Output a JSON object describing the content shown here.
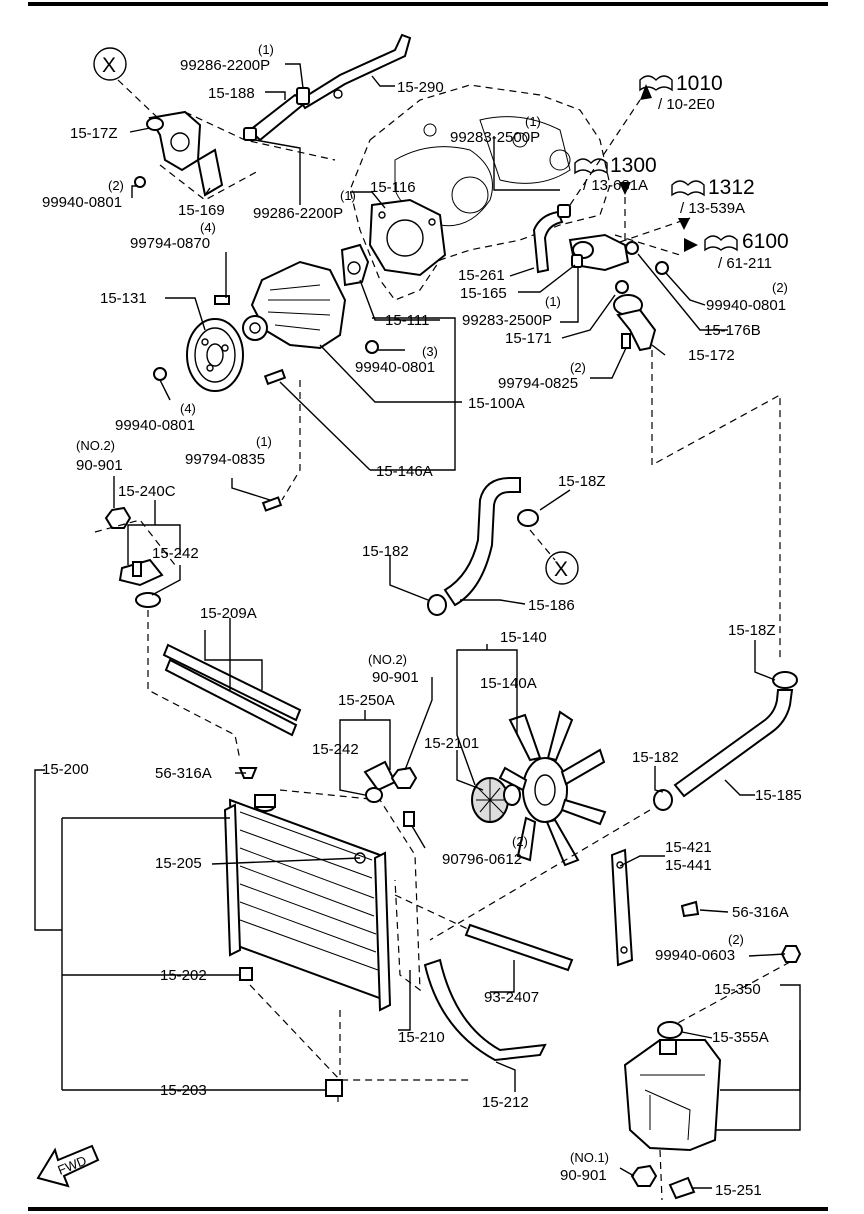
{
  "labels": {
    "l_99286_2200p_top_qty": "(1)",
    "l_99286_2200p_top": "99286-2200P",
    "l_15_290": "15-290",
    "l_15_188": "15-188",
    "l_15_17z": "15-17Z",
    "l_99940_0801_a_qty": "(2)",
    "l_99940_0801_a": "99940-0801",
    "l_15_169": "15-169",
    "l_99286_2200p_b_qty": "(1)",
    "l_99286_2200p_b": "99286-2200P",
    "l_99283_2500p_a_qty": "(1)",
    "l_99283_2500p_a": "99283-2500P",
    "l_1010": "1010",
    "l_1010_ref": "/ 10-2E0",
    "l_1300": "1300",
    "l_1300_ref": "/ 13-681A",
    "l_1312": "1312",
    "l_1312_ref": "/ 13-539A",
    "l_6100": "6100",
    "l_6100_ref": "/ 61-211",
    "l_15_116": "15-116",
    "l_99794_0870_qty": "(4)",
    "l_99794_0870": "99794-0870",
    "l_15_261": "15-261",
    "l_15_165": "15-165",
    "l_99940_0801_b_qty": "(2)",
    "l_99940_0801_b": "99940-0801",
    "l_15_131": "15-131",
    "l_15_111": "15-111",
    "l_99283_2500p_b_qty": "(1)",
    "l_99283_2500p_b": "99283-2500P",
    "l_15_176b": "15-176B",
    "l_15_171": "15-171",
    "l_15_172": "15-172",
    "l_99940_0801_c_qty": "(3)",
    "l_99940_0801_c": "99940-0801",
    "l_99794_0825_qty": "(2)",
    "l_99794_0825": "99794-0825",
    "l_99940_0801_d_qty": "(4)",
    "l_99940_0801_d": "99940-0801",
    "l_15_100a": "15-100A",
    "l_90_901_a_qty": "(NO.2)",
    "l_90_901_a": "90-901",
    "l_99794_0835_qty": "(1)",
    "l_99794_0835": "99794-0835",
    "l_15_146a": "15-146A",
    "l_15_240c": "15-240C",
    "l_15_18z_a": "15-18Z",
    "l_15_242_a": "15-242",
    "l_15_182_a": "15-182",
    "l_15_186": "15-186",
    "l_15_209a": "15-209A",
    "l_15_140": "15-140",
    "l_90_901_b_qty": "(NO.2)",
    "l_90_901_b": "90-901",
    "l_15_140a": "15-140A",
    "l_15_18z_b": "15-18Z",
    "l_15_250a": "15-250A",
    "l_15_242_b": "15-242",
    "l_15_2101": "15-2101",
    "l_15_200": "15-200",
    "l_56_316a_a": "56-316A",
    "l_15_182_b": "15-182",
    "l_15_185": "15-185",
    "l_90796_0612_qty": "(2)",
    "l_90796_0612": "90796-0612",
    "l_15_205": "15-205",
    "l_15_421": "15-421",
    "l_15_441": "15-441",
    "l_56_316a_b": "56-316A",
    "l_99940_0603_qty": "(2)",
    "l_99940_0603": "99940-0603",
    "l_15_202": "15-202",
    "l_93_2407": "93-2407",
    "l_15_350": "15-350",
    "l_15_355a": "15-355A",
    "l_15_210": "15-210",
    "l_15_203": "15-203",
    "l_15_212": "15-212",
    "l_90_901_c_qty": "(NO.1)",
    "l_90_901_c": "90-901",
    "l_15_251": "15-251",
    "l_x_top": "X",
    "l_x_mid": "X",
    "l_fwd": "FWD"
  }
}
